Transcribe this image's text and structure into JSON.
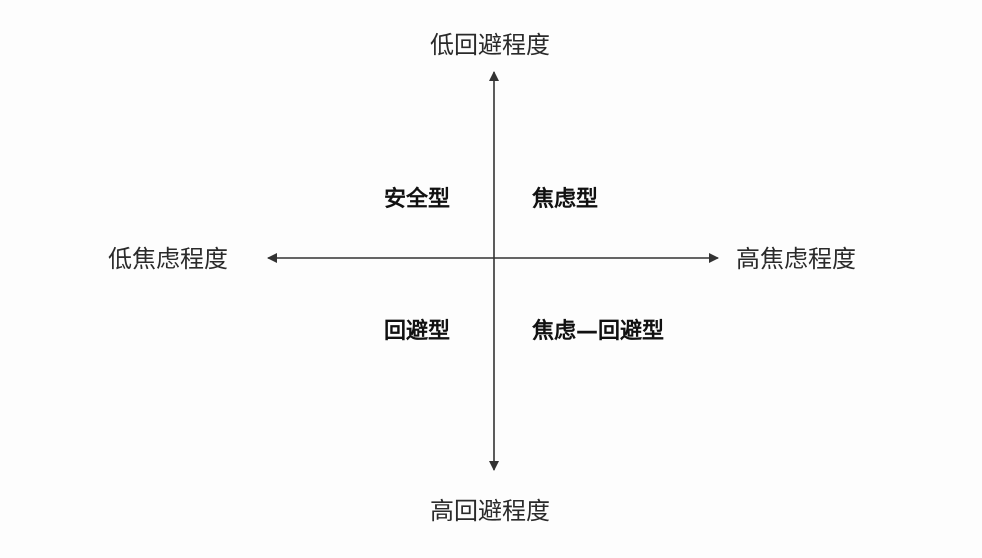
{
  "axes": {
    "top": "低回避程度",
    "bottom": "高回避程度",
    "left": "低焦虑程度",
    "right": "高焦虑程度"
  },
  "quadrants": {
    "top_left": "安全型",
    "top_right": "焦虑型",
    "bottom_left": "回避型",
    "bottom_right": "焦虑—回避型"
  },
  "colors": {
    "line": "#333333",
    "background": "#fdfdfd"
  }
}
